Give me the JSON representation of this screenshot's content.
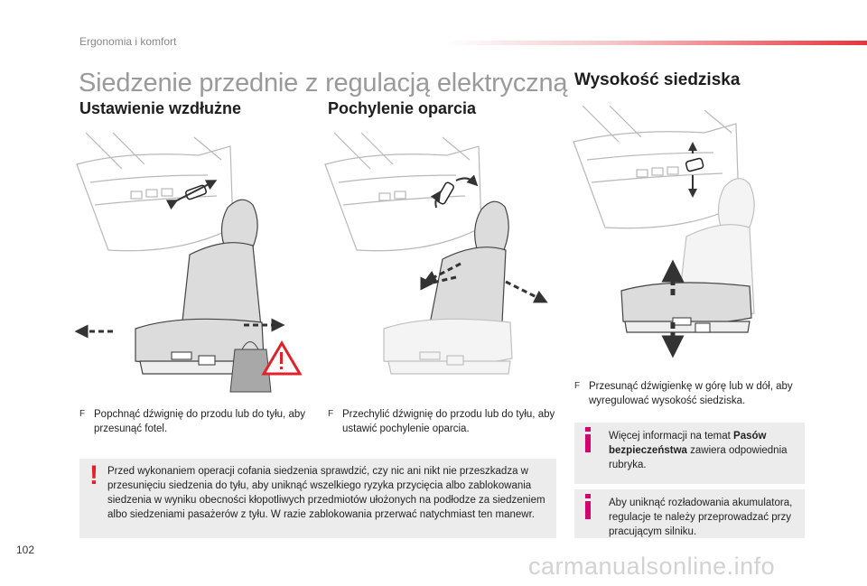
{
  "header": {
    "section": "Ergonomia i komfort",
    "title": "Siedzenie przednie z regulacją elektryczną"
  },
  "columns": [
    {
      "title": "Ustawienie wzdłużne",
      "bullet": "Popchnąć dźwignię do przodu lub do tyłu, aby przesunąć fotel."
    },
    {
      "title": "Pochylenie oparcia",
      "bullet": "Przechylić dźwignię do przodu lub do tyłu, aby ustawić pochylenie oparcia."
    },
    {
      "title": "Wysokość siedziska",
      "bullet": "Przesunąć dźwigienkę w górę lub w dół, aby wyregulować wysokość siedziska."
    }
  ],
  "bullet_mark": "F",
  "warning": {
    "mark": "!",
    "text": "Przed wykonaniem operacji cofania siedzenia sprawdzić, czy nic ani nikt nie przeszkadza w przesunięciu siedzenia do tyłu, aby uniknąć wszelkiego ryzyka przycięcia albo zablokowania siedzenia w wyniku obecności kłopotliwych przedmiotów ułożonych na podłodze za siedzeniem albo siedzeniami pasażerów z tyłu. W razie zablokowania przerwać natychmiast ten manewr."
  },
  "info": [
    {
      "before": "Więcej informacji na temat ",
      "bold": "Pasów bezpieczeństwa",
      "after": " zawiera odpowiednia rubryka."
    },
    {
      "text": "Aby uniknąć rozładowania akumulatora, regulacje te należy przeprowadzać przy pracującym silniku."
    }
  ],
  "footer": {
    "page_number": "102",
    "watermark": "carmanualsonline.info"
  },
  "colors": {
    "accent_red": "#e2222a",
    "info_magenta": "#d6006e",
    "title_grey": "#9a9a9a",
    "box_grey": "#ececec"
  }
}
